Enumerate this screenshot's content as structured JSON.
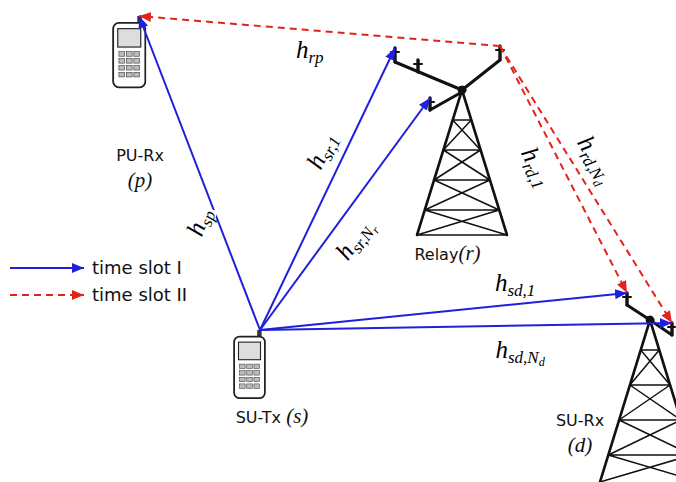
{
  "diagram": {
    "nodes": [
      {
        "text": [
          "PU-Rx (p)"
        ]
      },
      {
        "text": [
          "Relay(r)"
        ]
      },
      {
        "text": [
          "SU-Tx (s)"
        ]
      },
      {
        "text": [
          "SU-Rx (d)"
        ]
      }
    ],
    "edges": [
      {
        "from": 2,
        "to": 0,
        "arrow": "to",
        "label": "hsp"
      },
      {
        "from": 2,
        "to": 1,
        "arrow": "to",
        "label": "hsr,1"
      },
      {
        "from": 2,
        "to": 1,
        "arrow": "to",
        "label": "hsr,Nr"
      },
      {
        "from": 1,
        "to": 0,
        "arrow": "to",
        "label": "hrp"
      },
      {
        "from": 1,
        "to": 3,
        "arrow": "to",
        "label": "hrd,1"
      },
      {
        "from": 1,
        "to": 3,
        "arrow": "to",
        "label": "hrd,Nd"
      },
      {
        "from": 2,
        "to": 3,
        "arrow": "to",
        "label": "hsd,1"
      },
      {
        "from": 2,
        "to": 3,
        "arrow": "to",
        "label": "hsd,Nd"
      }
    ],
    "legend": [
      {
        "text": "time slot I"
      },
      {
        "text": "time slot II"
      }
    ]
  }
}
